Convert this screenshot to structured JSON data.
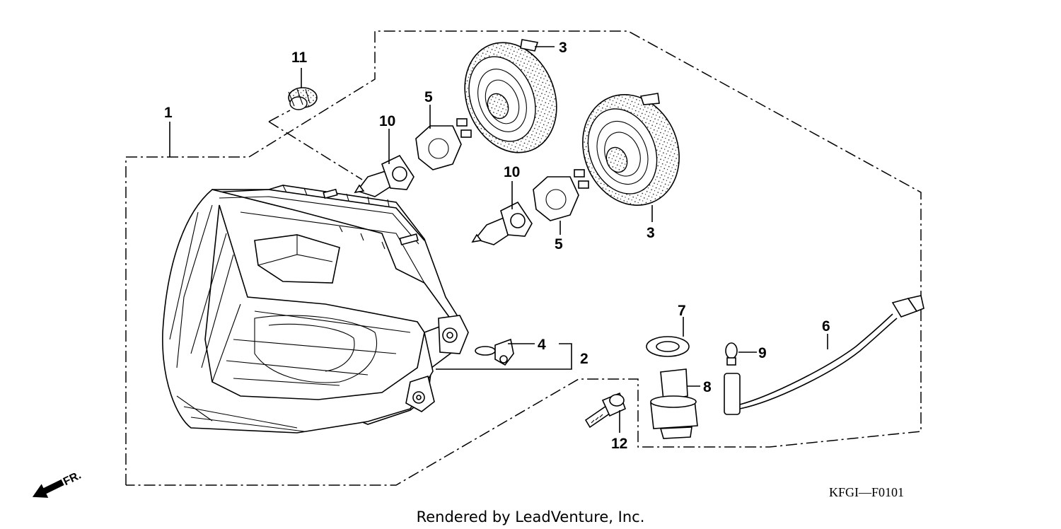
{
  "diagram": {
    "callouts": [
      {
        "id": "c1",
        "label": "1"
      },
      {
        "id": "c2",
        "label": "2"
      },
      {
        "id": "c3a",
        "label": "3"
      },
      {
        "id": "c3b",
        "label": "3"
      },
      {
        "id": "c4",
        "label": "4"
      },
      {
        "id": "c5a",
        "label": "5"
      },
      {
        "id": "c5b",
        "label": "5"
      },
      {
        "id": "c6",
        "label": "6"
      },
      {
        "id": "c7",
        "label": "7"
      },
      {
        "id": "c8",
        "label": "8"
      },
      {
        "id": "c9",
        "label": "9"
      },
      {
        "id": "c10a",
        "label": "10"
      },
      {
        "id": "c10b",
        "label": "10"
      },
      {
        "id": "c11",
        "label": "11"
      },
      {
        "id": "c12",
        "label": "12"
      }
    ],
    "direction_label": "FR.",
    "diagram_code": "KFGI—F0101",
    "credit": "Rendered by LeadVenture, Inc."
  }
}
